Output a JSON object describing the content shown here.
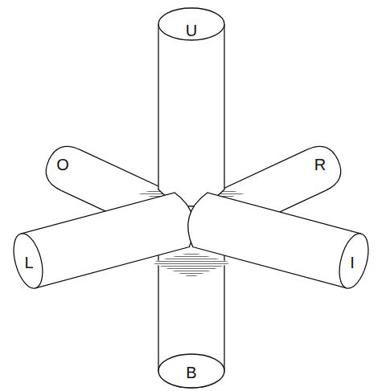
{
  "diagram": {
    "labels": [
      "U",
      "O",
      "R",
      "L",
      "I",
      "B"
    ]
  }
}
